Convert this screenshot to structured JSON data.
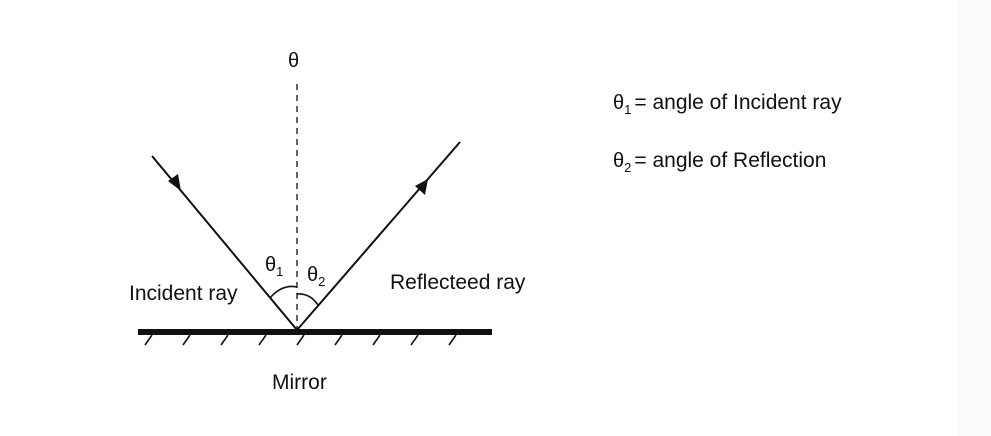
{
  "diagram": {
    "normal_symbol": "θ",
    "theta_symbol": "θ",
    "sub_1": "1",
    "sub_2": "2",
    "incident_label": "Incident ray",
    "reflected_label": "Reflecteed ray",
    "mirror_label": "Mirror"
  },
  "legend": {
    "items": [
      {
        "symbol": "θ",
        "sub": "1",
        "text": "= angle of Incident ray"
      },
      {
        "symbol": "θ",
        "sub": "2",
        "text": "= angle of Reflection"
      }
    ]
  },
  "colors": {
    "ink": "#111111",
    "background": "#ffffff"
  }
}
